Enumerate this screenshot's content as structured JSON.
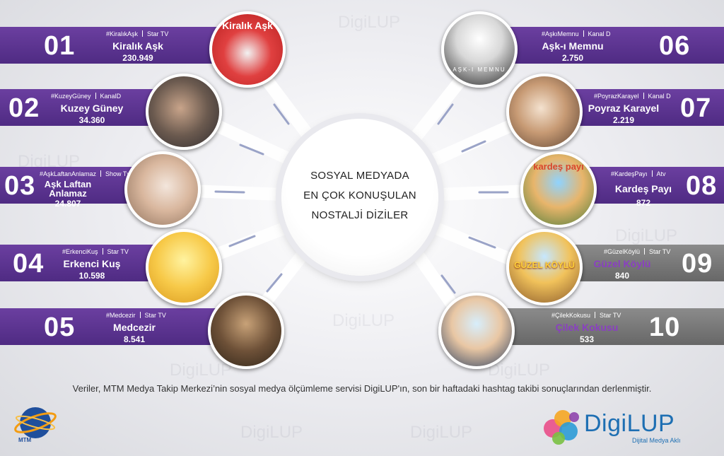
{
  "title": {
    "line1": "SOSYAL MEDYADA",
    "line2": "EN ÇOK KONUŞULAN",
    "line3": "NOSTALJİ DİZİLER"
  },
  "watermark": "DigiLUP",
  "items": [
    {
      "rank": "01",
      "hashtag": "#KiralıkAşk",
      "channel": "Star TV",
      "name": "Kiralık Aşk",
      "value": "230.949",
      "photo_label": "Kiralık Aşk"
    },
    {
      "rank": "02",
      "hashtag": "#KuzeyGüney",
      "channel": "KanalD",
      "name": "Kuzey Güney",
      "value": "34.360"
    },
    {
      "rank": "03",
      "hashtag": "#AşkLaftanAnlamaz",
      "channel": "Show Tv",
      "name": "Aşk Laftan Anlamaz",
      "value": "24.807"
    },
    {
      "rank": "04",
      "hashtag": "#ErkenciKuş",
      "channel": "Star TV",
      "name": "Erkenci Kuş",
      "value": "10.598"
    },
    {
      "rank": "05",
      "hashtag": "#Medcezir",
      "channel": "Star TV",
      "name": "Medcezir",
      "value": "8.541"
    },
    {
      "rank": "06",
      "hashtag": "#AşkıMemnu",
      "channel": "Kanal D",
      "name": "Aşk-ı Memnu",
      "value": "2.750",
      "photo_label": "AŞK-I MEMNU"
    },
    {
      "rank": "07",
      "hashtag": "#PoyrazKarayel",
      "channel": "Kanal D",
      "name": "Poyraz Karayel",
      "value": "2.219"
    },
    {
      "rank": "08",
      "hashtag": "#KardeşPayı",
      "channel": "Atv",
      "name": "Kardeş Payı",
      "value": "872",
      "photo_label": "kardeş payı"
    },
    {
      "rank": "09",
      "hashtag": "#GüzelKöylü",
      "channel": "Star TV",
      "name": "Güzel Köylü",
      "value": "840",
      "photo_label": "GÜZEL KÖYLÜ"
    },
    {
      "rank": "10",
      "hashtag": "#ÇilekKokusu",
      "channel": "Star TV",
      "name": "Çilek Kokusu",
      "value": "533"
    }
  ],
  "footnote": "Veriler, MTM Medya Takip Merkezi’nin sosyal medya ölçümleme servisi DigiLUP'ın, son bir haftadaki hashtag takibi sonuçlarından derlenmiştir.",
  "logos": {
    "mtm": "MTM",
    "digilup": "DigiLUP",
    "digilup_tagline": "Dijital Medya Aklı"
  },
  "colors": {
    "purple": "#5b3391",
    "gray": "#777777",
    "highlight": "#8a3fc2"
  }
}
